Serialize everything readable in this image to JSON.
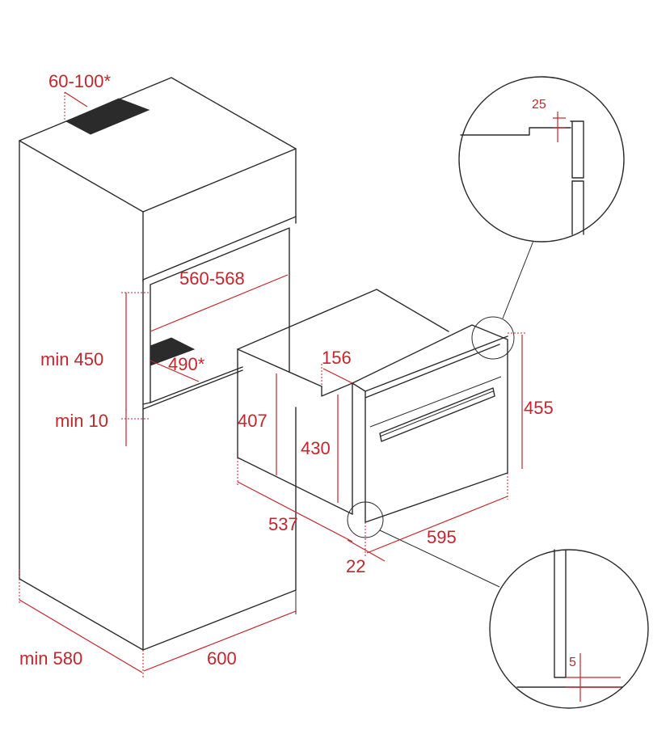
{
  "colors": {
    "dimension": "#c3262c",
    "outline": "#2b2b2b",
    "background": "#ffffff"
  },
  "labels": {
    "vent_depth": "60-100*",
    "niche_width": "560-568",
    "niche_height": "min 450",
    "vent_opening": "490*",
    "base_gap": "min 10",
    "cabinet_depth": "min 580",
    "cabinet_width": "600",
    "oven_body_height": "407",
    "oven_total_height": "430",
    "top_offset": "156",
    "front_height": "455",
    "oven_depth": "537",
    "oven_width": "595",
    "door_offset": "22",
    "detail_top": "25",
    "detail_bottom": "5"
  }
}
